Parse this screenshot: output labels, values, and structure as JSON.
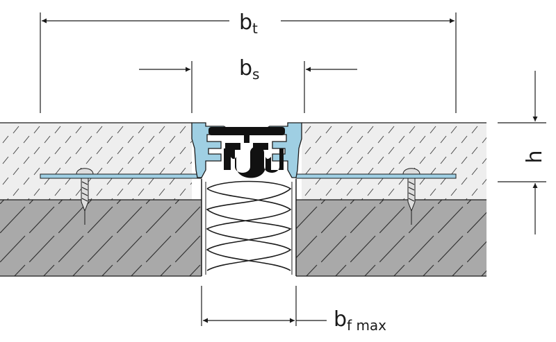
{
  "diagram": {
    "labels": {
      "bt": {
        "main": "b",
        "sub": "t"
      },
      "bs": {
        "main": "b",
        "sub": "s"
      },
      "bfmax": {
        "main": "b",
        "sub": "f max"
      },
      "h": {
        "main": "h"
      }
    },
    "colors": {
      "screed": "#eeeeee",
      "substrate": "#a9a9a9",
      "profile": "#9fcfe3",
      "insert": "#111111",
      "line": "#1a1a1a",
      "hatch": "#333333",
      "background": "#ffffff"
    }
  }
}
